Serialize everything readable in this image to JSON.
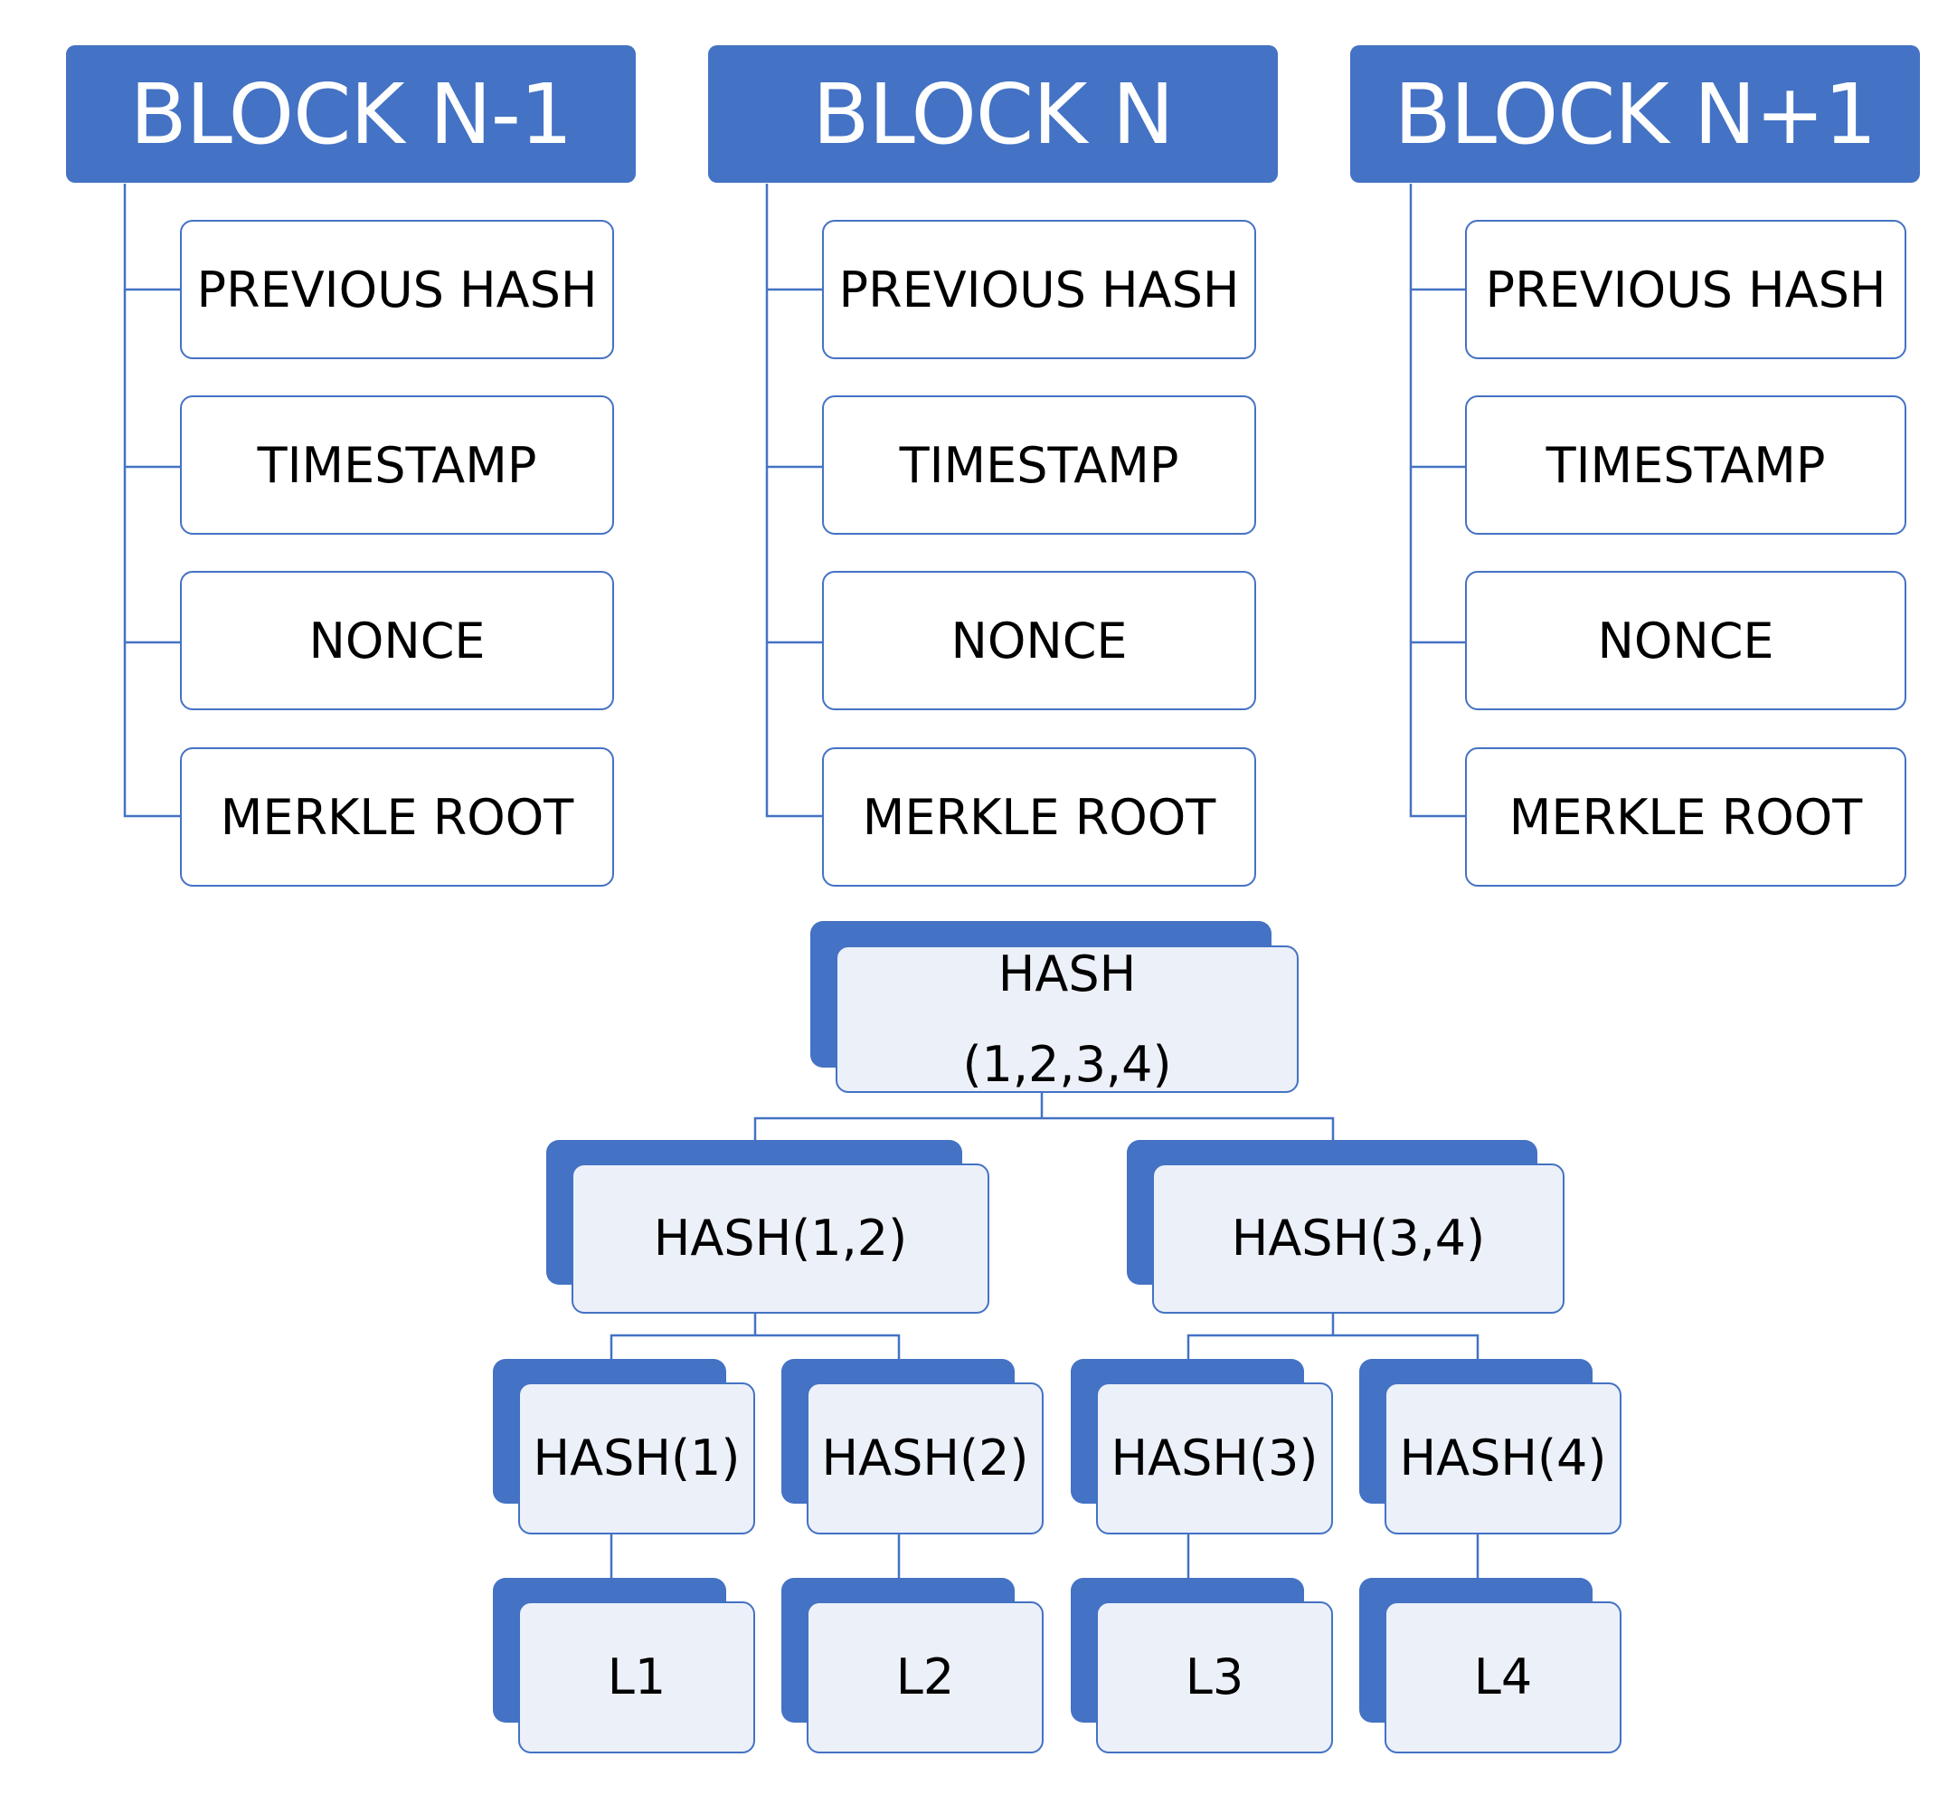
{
  "blocks": [
    {
      "title": "BLOCK N-1",
      "fields": [
        "PREVIOUS HASH",
        "TIMESTAMP",
        "NONCE",
        "MERKLE ROOT"
      ]
    },
    {
      "title": "BLOCK N",
      "fields": [
        "PREVIOUS HASH",
        "TIMESTAMP",
        "NONCE",
        "MERKLE ROOT"
      ]
    },
    {
      "title": "BLOCK N+1",
      "fields": [
        "PREVIOUS HASH",
        "TIMESTAMP",
        "NONCE",
        "MERKLE ROOT"
      ]
    }
  ],
  "merkle_tree": {
    "root": {
      "line1": "HASH",
      "line2": "(1,2,3,4)"
    },
    "level1": [
      "HASH(1,2)",
      "HASH(3,4)"
    ],
    "level2": [
      "HASH(1)",
      "HASH(2)",
      "HASH(3)",
      "HASH(4)"
    ],
    "leaves": [
      "L1",
      "L2",
      "L3",
      "L4"
    ]
  },
  "colors": {
    "accent": "#4472C4",
    "node_fill": "#ECF0F9",
    "text": "#000000",
    "header_text": "#FFFFFF"
  }
}
